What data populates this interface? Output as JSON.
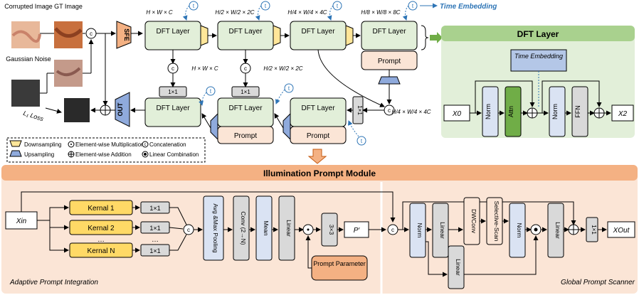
{
  "colors": {
    "dft_block": "#e2efd9",
    "norm_block": "#dae3f3",
    "attn_block": "#70ad47",
    "prompt_block": "#fbe5d6",
    "bottom_panel": "#fbe5d6",
    "bottom_title_bar": "#f4b183",
    "dft_panel": "#e2efd9",
    "dft_title_bar": "#a9d18e",
    "gray_block": "#d9d9d9",
    "sfe_block": "#f4b183",
    "out_block": "#8faadc",
    "kernel_block": "#ffd966",
    "mint_block": "#fbe5d6",
    "time_embed": "#b4c7e7",
    "accent_blue": "#2e75b6"
  },
  "inputs": {
    "corrupted": "Corrupted Image",
    "gt": "GT Image",
    "noise": "Gaussian Noise",
    "loss": "L₁ Loss"
  },
  "blocks": {
    "sfe": "SFE",
    "out": "OUT",
    "dft_layer": "DFT Layer",
    "prompt": "Prompt",
    "conv1x1": "1×1",
    "concat": "c",
    "add": "+",
    "t": "t",
    "time_embedding_legend": "Time Embedding"
  },
  "dims": {
    "d1": "H × W × C",
    "d2": "H/2 × W/2 × 2C",
    "d3": "H/4 × W/4 × 4C",
    "d4": "H/8 × W/8 × 8C",
    "d5": "H × W × C",
    "d6": "H/2 × W/2 × 2C",
    "d7": "H/4 × W/4 × 4C"
  },
  "dft_panel": {
    "title": "DFT Layer",
    "x0": "X0",
    "x2": "X2",
    "norm1": "Norm",
    "attn": "Attn",
    "norm2": "Norm",
    "ffn": "FFN",
    "time_embedding": "Time Embedding"
  },
  "legend": {
    "downsampling": "Downsampling",
    "upsampling": "Upsampling",
    "elem_mult": "Element-wise Multiplication",
    "elem_add": "Element-wise Addition",
    "concat": "Concatenation",
    "linear_comb": "Linear Combination"
  },
  "ipm": {
    "title": "Illumination Prompt Module",
    "x_in": "Xin",
    "kernel1": "Kernal 1",
    "kernel2": "Kernal 2",
    "kernelN": "Kernal N",
    "conv1": "1×1",
    "conv2": "1×1",
    "convN": "1×1",
    "dots1": "…",
    "dots2": "…",
    "pool": "Avg &Max Pooling",
    "conv2n": "Conv (2→N)",
    "mean": "Mean",
    "linear1": "Linear",
    "conv3": "3×3",
    "p_prime": "P′",
    "prompt_param": "Prompt Parameter",
    "api_label": "Adaptive Prompt Integration",
    "norm_a": "Norm",
    "linear_a": "Linear",
    "linear_b": "Linear",
    "dwconv": "DWConv",
    "scan": "Selective-Scan",
    "norm_b": "Norm",
    "linear_c": "Linear",
    "conv_out": "1×1",
    "x_out": "XOut",
    "gps_label": "Global Prompt Scanner"
  }
}
